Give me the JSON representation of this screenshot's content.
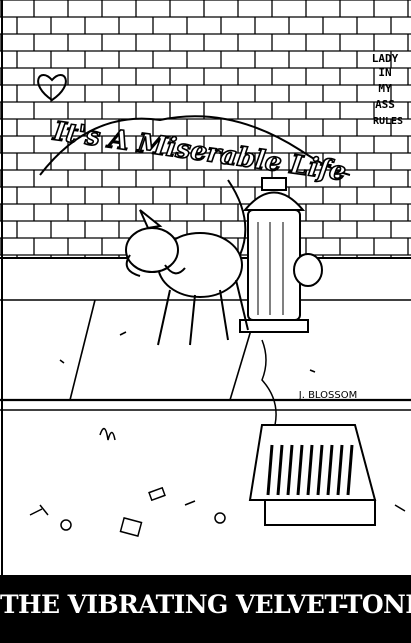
{
  "cover": {
    "band_title": "THE VIBRATING VELVET-TONES",
    "graffiti_title": "It's A Miserable Life",
    "sign_lines": [
      "LADY",
      "IN",
      "MY",
      "ASS",
      "RULES"
    ],
    "artist_signature": "J. BLOSSOM",
    "colors": {
      "ink": "#000000",
      "paper": "#ffffff"
    }
  }
}
